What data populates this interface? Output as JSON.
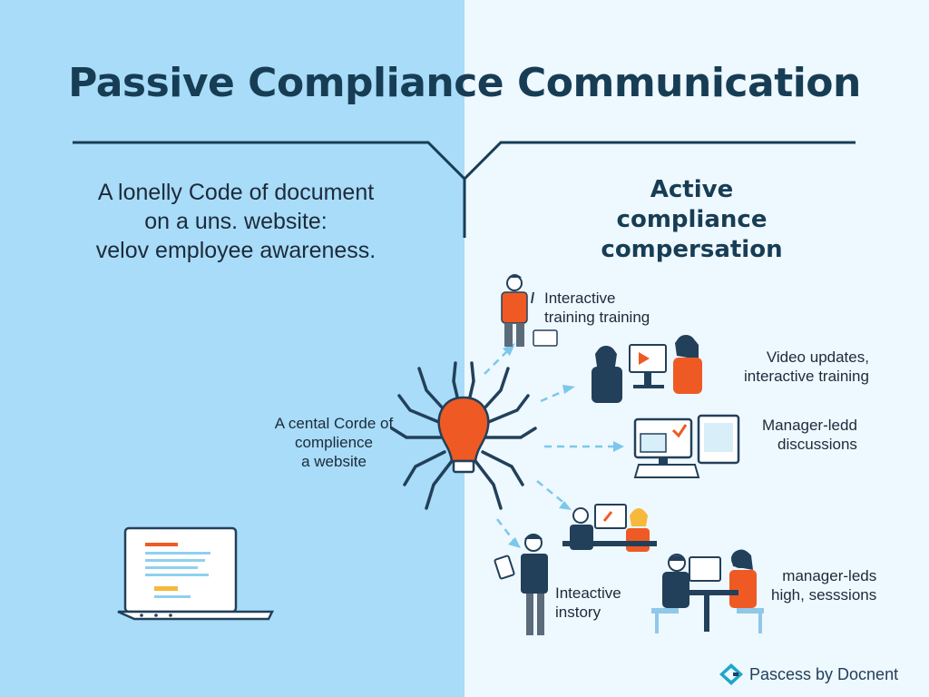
{
  "title": "Passive Compliance Communication",
  "passive": {
    "description": [
      "A lonelly Code of document",
      "on a uns. website:",
      "velov employee awareness."
    ],
    "center_label": [
      "A cental Corde of",
      "complience",
      "a website"
    ]
  },
  "active": {
    "title": [
      "Active",
      "compliance",
      "compersation"
    ],
    "items": [
      {
        "label": [
          "Interactive",
          "training training"
        ],
        "icon": "person-with-laptop"
      },
      {
        "label": [
          "Video updates,",
          "interactive training"
        ],
        "icon": "video-call-monitor"
      },
      {
        "label": [
          "Manager-ledd",
          "discussions"
        ],
        "icon": "desktop-monitors"
      },
      {
        "label": [
          "Inteactive",
          "instory"
        ],
        "icon": "person-with-tablet"
      },
      {
        "label": [
          "manager-leds",
          "high, sesssions"
        ],
        "icon": "meeting-table"
      }
    ]
  },
  "brand": {
    "name": "Pascess by Docnent",
    "icon": "brand-logo-icon"
  },
  "colors": {
    "left_bg": "#a8dcf8",
    "right_bg": "#eef8ff",
    "accent": "#ef5a24",
    "ink": "#173d55",
    "arrow": "#7cc8ea"
  }
}
